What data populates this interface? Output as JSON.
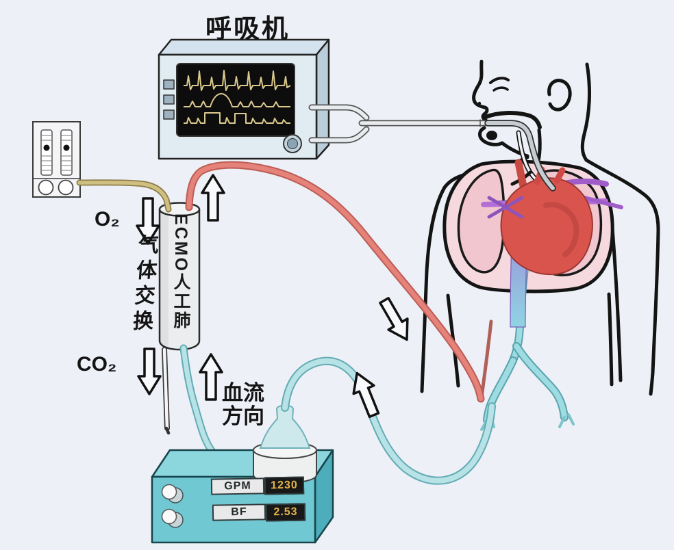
{
  "title": "呼吸机",
  "gas_module": {
    "o2_label": "O₂",
    "gas_exchange_label": "气体交换",
    "co2_label": "CO₂"
  },
  "oxygenator": {
    "label": "ECMO人工肺"
  },
  "blood_flow_label": {
    "line1": "血流",
    "line2": "方向"
  },
  "pump": {
    "displays": [
      {
        "label": "GPM",
        "value": "1230"
      },
      {
        "label": "BF",
        "value": "2.53"
      }
    ]
  },
  "colors": {
    "background": "#edf0f6",
    "ventilator_body": "#e0ebf2",
    "waveform": "#dcca8e",
    "pump_body": "#70c8d2",
    "oxygen_tube_tan": "#cfbf81",
    "arterial_tube_red": "#e58279",
    "venous_tube_cyan": "#b7e3e7",
    "display_value_yellow": "#e2b44a",
    "heart_red": "#da544e",
    "lung_pink": "#f1c6cf",
    "vessel_purple": "#b36fd6"
  }
}
